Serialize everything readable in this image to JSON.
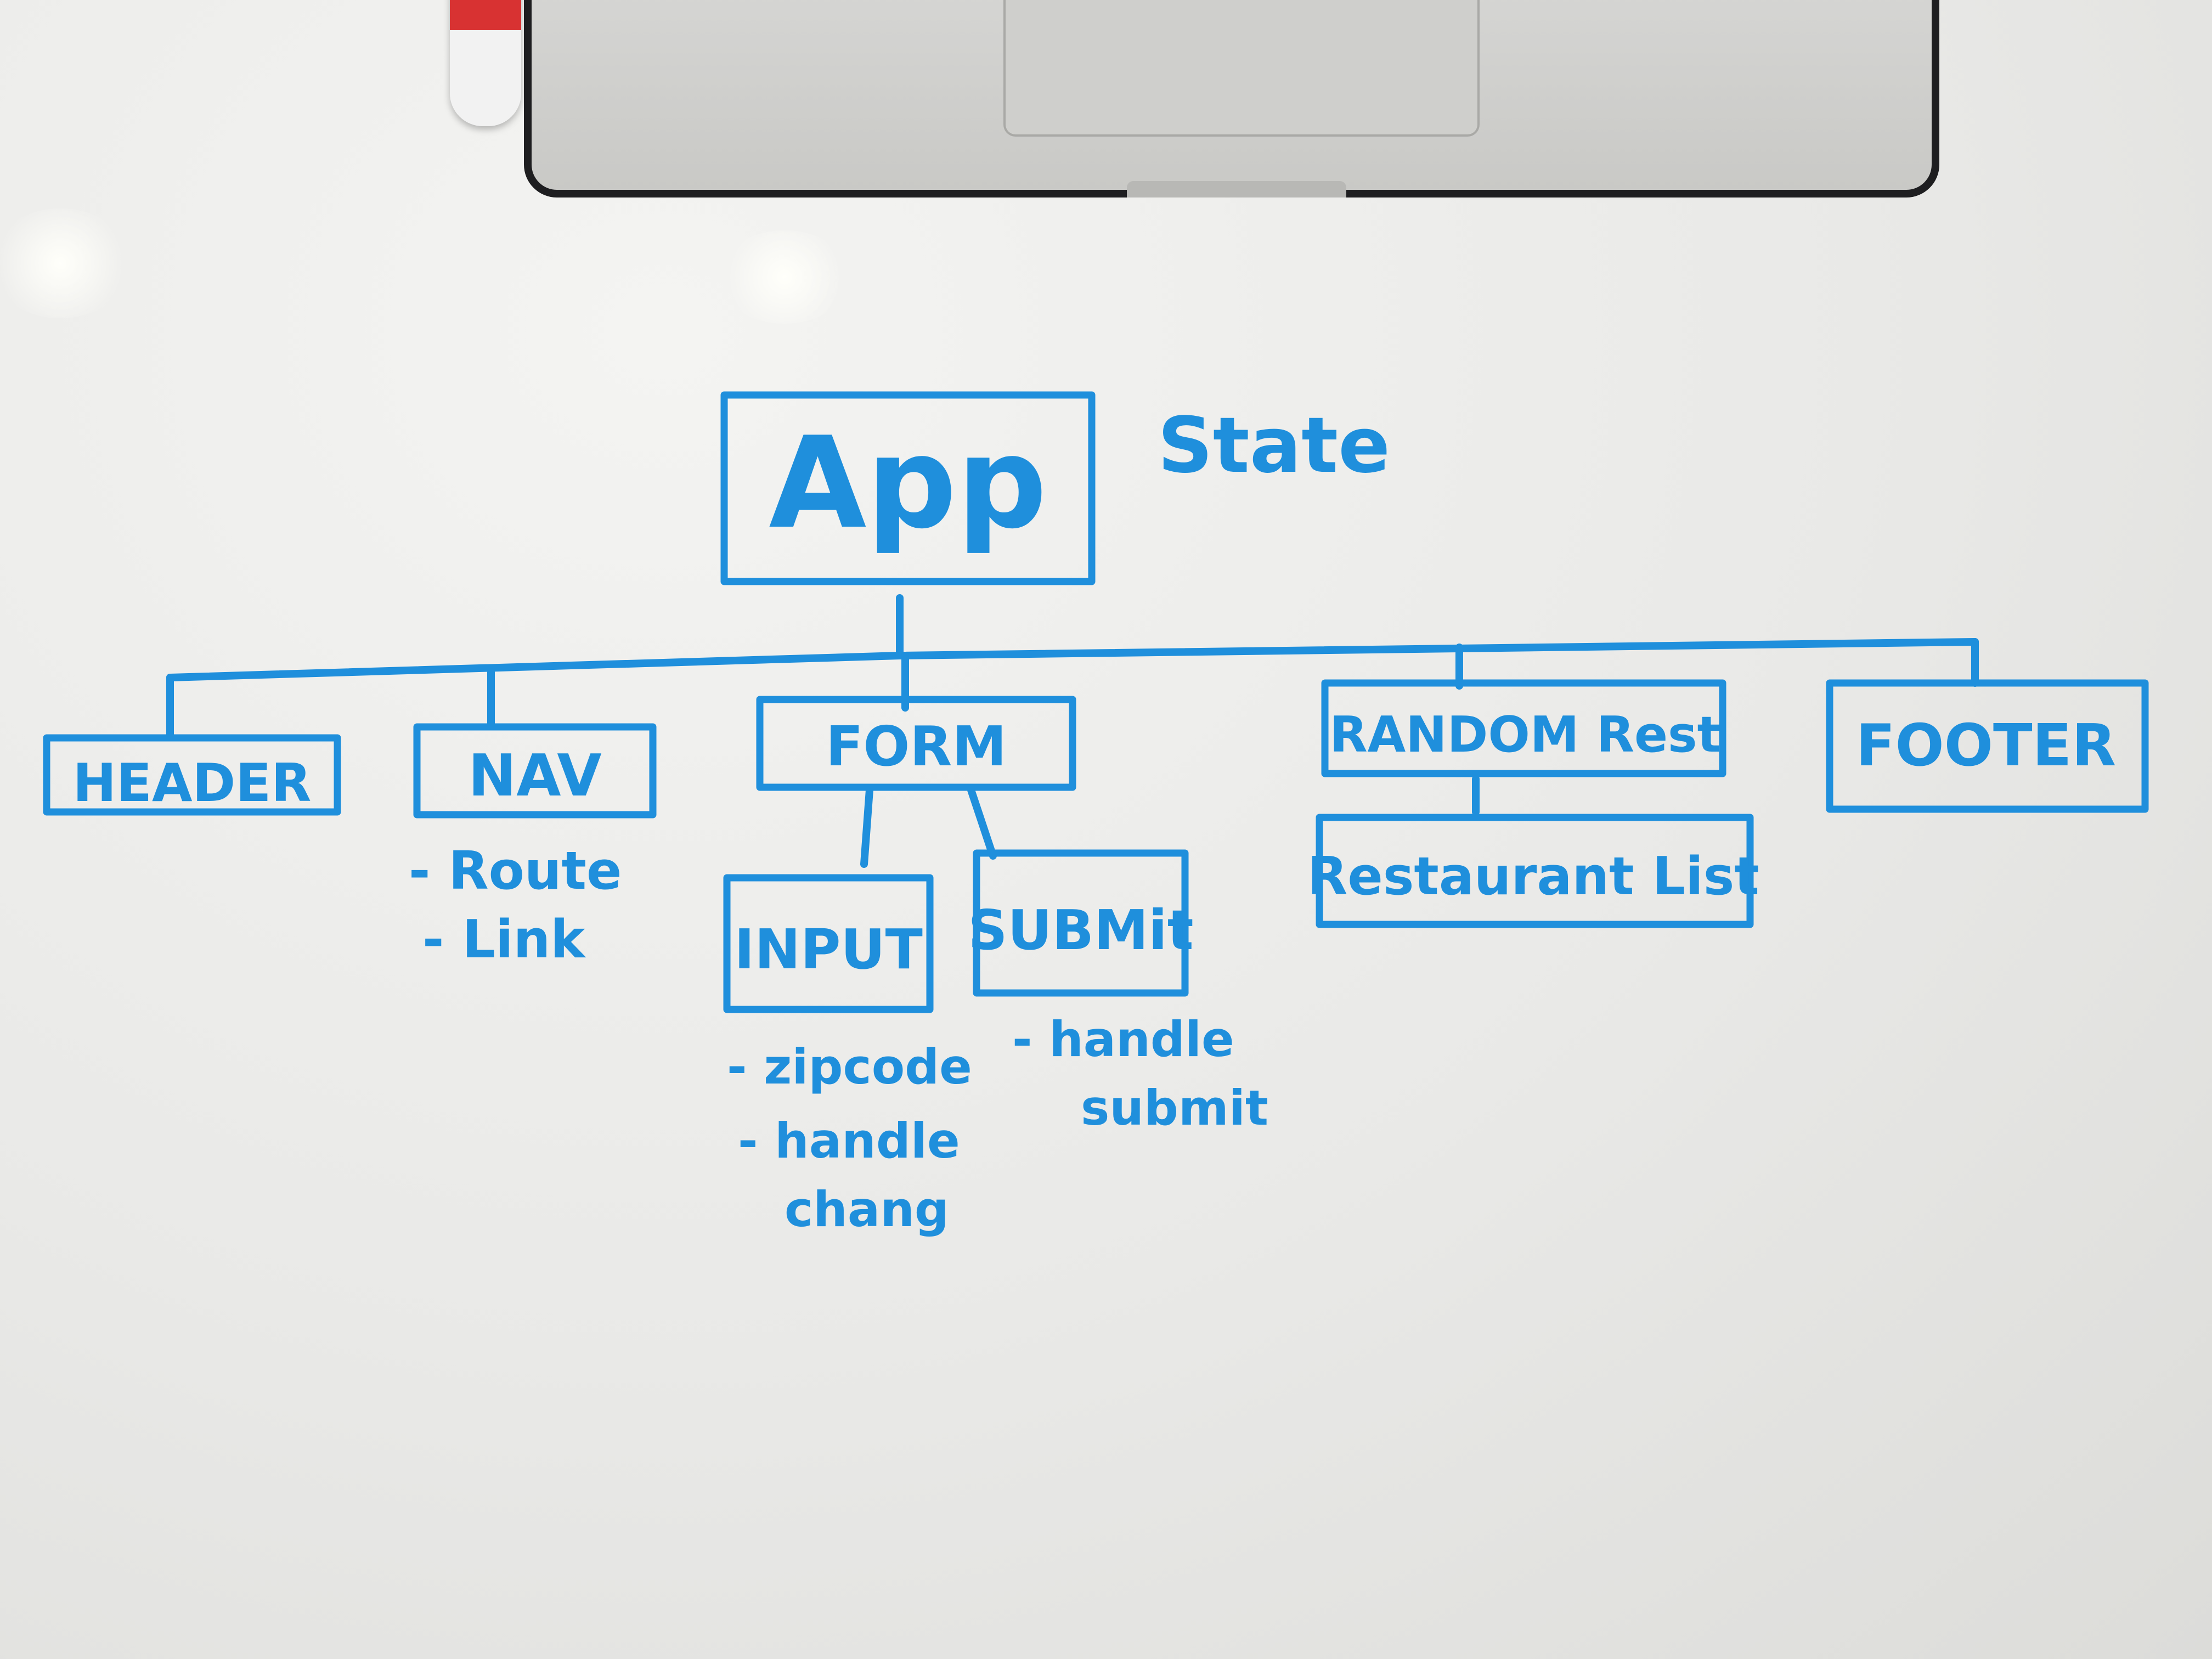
{
  "nodes": {
    "app": "App",
    "state": "State",
    "header": "HEADER",
    "nav": "NAV",
    "form": "FORM",
    "random": "RANDOM Rest",
    "footer": "FOOTER",
    "input": "INPUT",
    "submit": "SUBMit",
    "restaurant_list": "Restaurant List"
  },
  "notes": {
    "nav": [
      "- Route",
      "- Link"
    ],
    "input": [
      "- zipcode",
      "- handle",
      "chang"
    ],
    "submit": [
      "- handle",
      "submit"
    ]
  },
  "colors": {
    "ink": "#1f8fdc",
    "board": "#ececea"
  }
}
